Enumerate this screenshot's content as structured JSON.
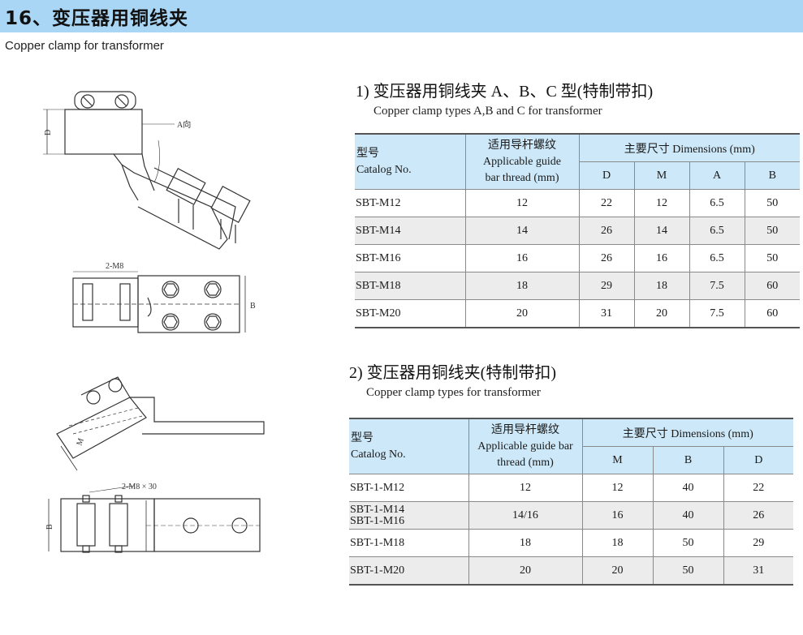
{
  "header": {
    "title": "16、变压器用铜线夹",
    "subtitle": "Copper clamp for transformer"
  },
  "drawings": {
    "label_d": "D",
    "label_a_dir": "A向",
    "label_b": "B",
    "label_2m8": "2-M8",
    "label_m": "M",
    "label_2m8x30": "2-M8 × 30"
  },
  "section1": {
    "title": "1) 变压器用铜线夹 A、B、C 型(特制带扣)",
    "subtitle": "Copper  clamp  types A,B and C for transformer",
    "headers": {
      "catalog_cn": "型号",
      "catalog_en": "Catalog No.",
      "thread_cn": "适用导杆螺纹",
      "thread_en1": "Applicable guide",
      "thread_en2": "bar thread (mm)",
      "dims": "主要尺寸 Dimensions (mm)",
      "cols": [
        "D",
        "M",
        "A",
        "B"
      ]
    },
    "rows": [
      {
        "catalog": "SBT-M12",
        "thread": "12",
        "d": "22",
        "m": "12",
        "a": "6.5",
        "b": "50"
      },
      {
        "catalog": "SBT-M14",
        "thread": "14",
        "d": "26",
        "m": "14",
        "a": "6.5",
        "b": "50"
      },
      {
        "catalog": "SBT-M16",
        "thread": "16",
        "d": "26",
        "m": "16",
        "a": "6.5",
        "b": "50"
      },
      {
        "catalog": "SBT-M18",
        "thread": "18",
        "d": "29",
        "m": "18",
        "a": "7.5",
        "b": "60"
      },
      {
        "catalog": "SBT-M20",
        "thread": "20",
        "d": "31",
        "m": "20",
        "a": "7.5",
        "b": "60"
      }
    ]
  },
  "section2": {
    "title": "2) 变压器用铜线夹(特制带扣)",
    "subtitle": "Copper clamp types for transformer",
    "headers": {
      "catalog_cn": "型号",
      "catalog_en": "Catalog No.",
      "thread_cn": "适用导杆螺纹",
      "thread_en1": "Applicable guide bar",
      "thread_en2": "thread (mm)",
      "dims": "主要尺寸 Dimensions (mm)",
      "cols": [
        "M",
        "B",
        "D"
      ]
    },
    "rows": [
      {
        "catalog": "SBT-1-M12",
        "catalog2": "",
        "thread": "12",
        "m": "12",
        "b": "40",
        "d": "22"
      },
      {
        "catalog": "SBT-1-M14",
        "catalog2": "SBT-1-M16",
        "thread": "14/16",
        "m": "16",
        "b": "40",
        "d": "26"
      },
      {
        "catalog": "SBT-1-M18",
        "catalog2": "",
        "thread": "18",
        "m": "18",
        "b": "50",
        "d": "29"
      },
      {
        "catalog": "SBT-1-M20",
        "catalog2": "",
        "thread": "20",
        "m": "20",
        "b": "50",
        "d": "31"
      }
    ]
  }
}
